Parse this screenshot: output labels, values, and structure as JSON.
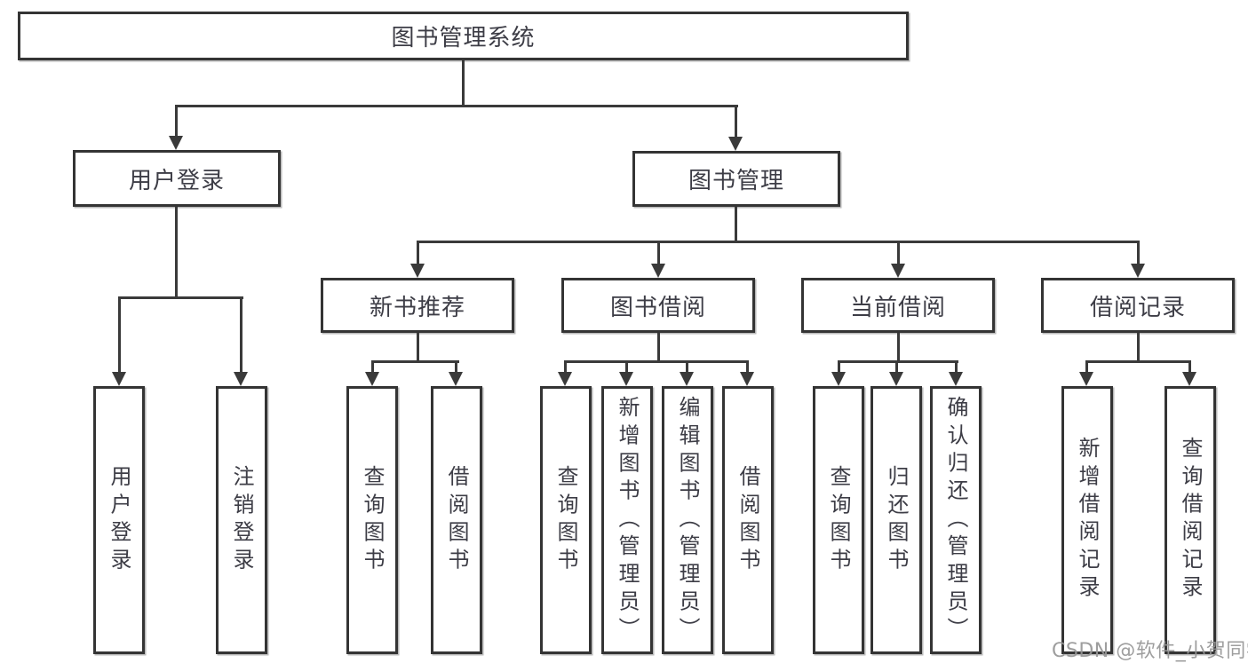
{
  "title": "图书管理系统",
  "colors": {
    "background": "#ffffff",
    "line": "#3a3a3a",
    "box_border": "#343434",
    "text": "#3d3d46",
    "watermark": "#969696"
  },
  "level2": {
    "user_login": "用户登录",
    "book_mgmt": "图书管理"
  },
  "user_login_children": {
    "login": "用户登录",
    "logout": "注销登录"
  },
  "modules": {
    "new_books": {
      "label": "新书推荐",
      "children": {
        "query": "查询图书",
        "borrow": "借阅图书"
      }
    },
    "borrowing": {
      "label": "图书借阅",
      "children": {
        "query": "查询图书",
        "add": "新增图书（管理员）",
        "edit": "编辑图书（管理员）",
        "borrow": "借阅图书"
      }
    },
    "current": {
      "label": "当前借阅",
      "children": {
        "query": "查询图书",
        "return": "归还图书",
        "confirm": "确认归还（管理员）"
      }
    },
    "records": {
      "label": "借阅记录",
      "children": {
        "add": "新增借阅记录",
        "query": "查询借阅记录"
      }
    }
  },
  "watermark": "CSDN @软件_小贺同学"
}
